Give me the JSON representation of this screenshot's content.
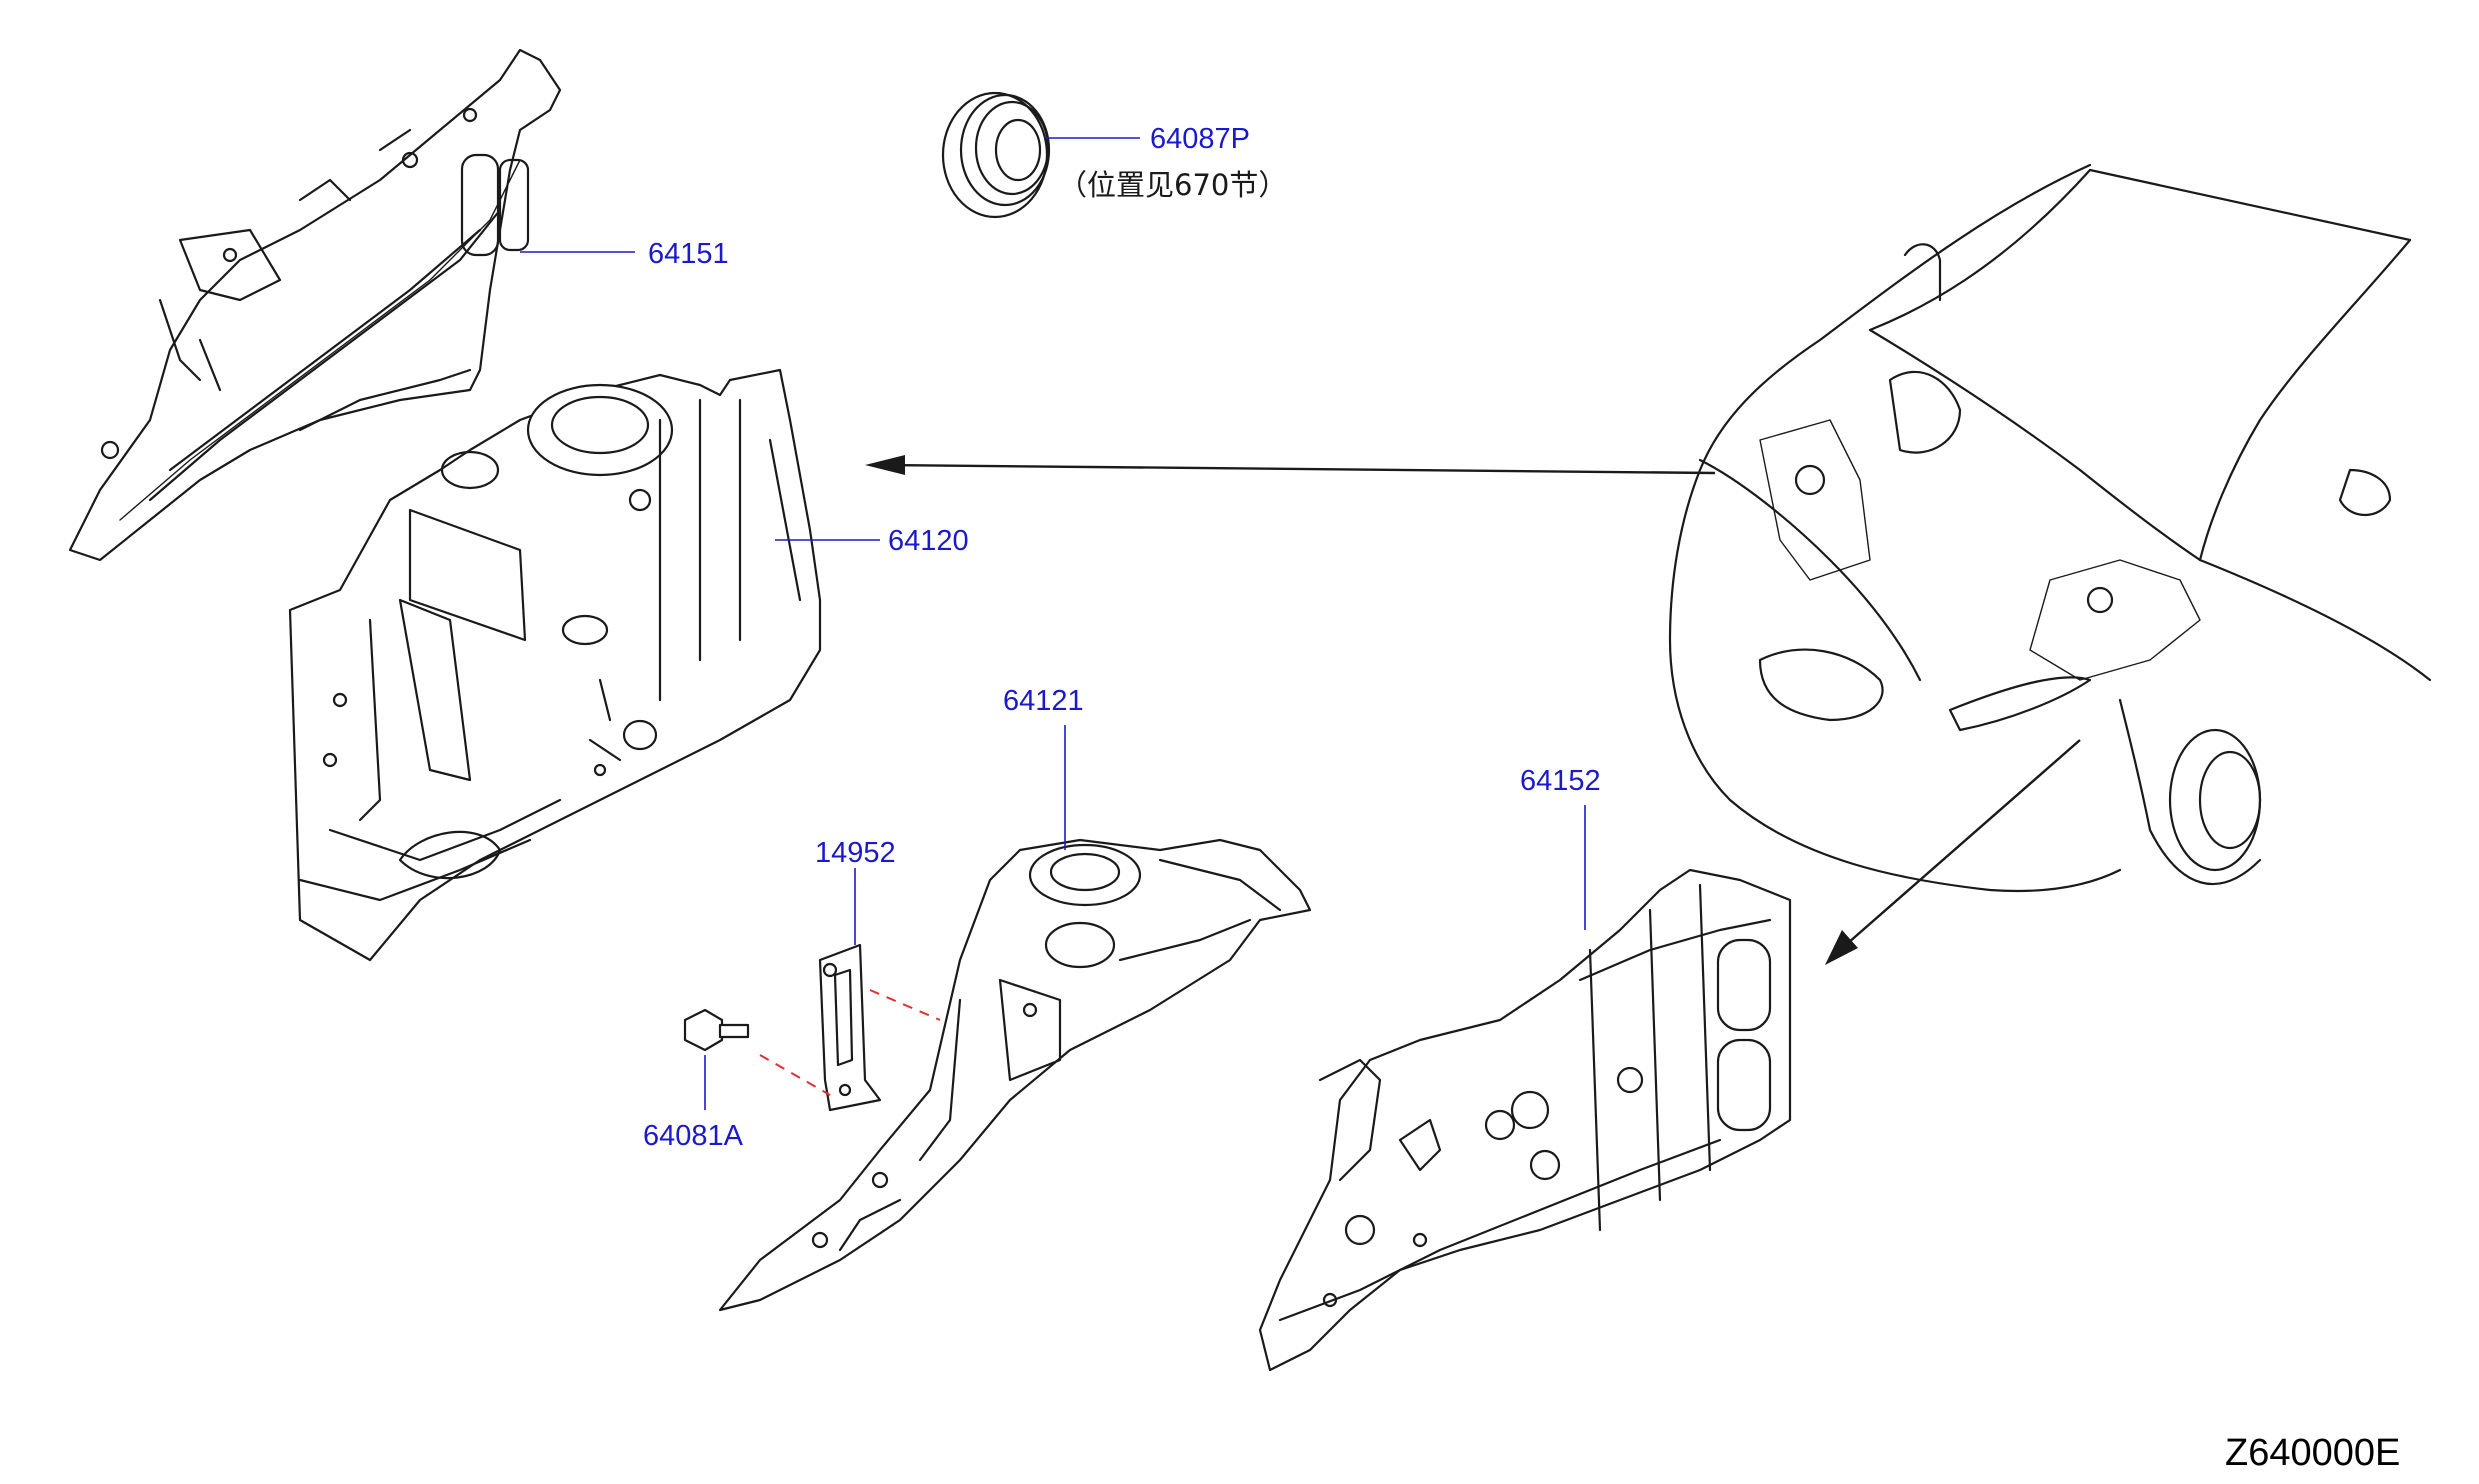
{
  "parts": [
    {
      "id": "64087P",
      "note": "（位置见670节）"
    },
    {
      "id": "64151"
    },
    {
      "id": "64120"
    },
    {
      "id": "64121"
    },
    {
      "id": "14952"
    },
    {
      "id": "64081A"
    },
    {
      "id": "64152"
    }
  ],
  "diagram_code": "Z640000E",
  "colors": {
    "label": "#1a1acc",
    "ink": "#1a1a1a",
    "hidden_line": "#e03030"
  }
}
